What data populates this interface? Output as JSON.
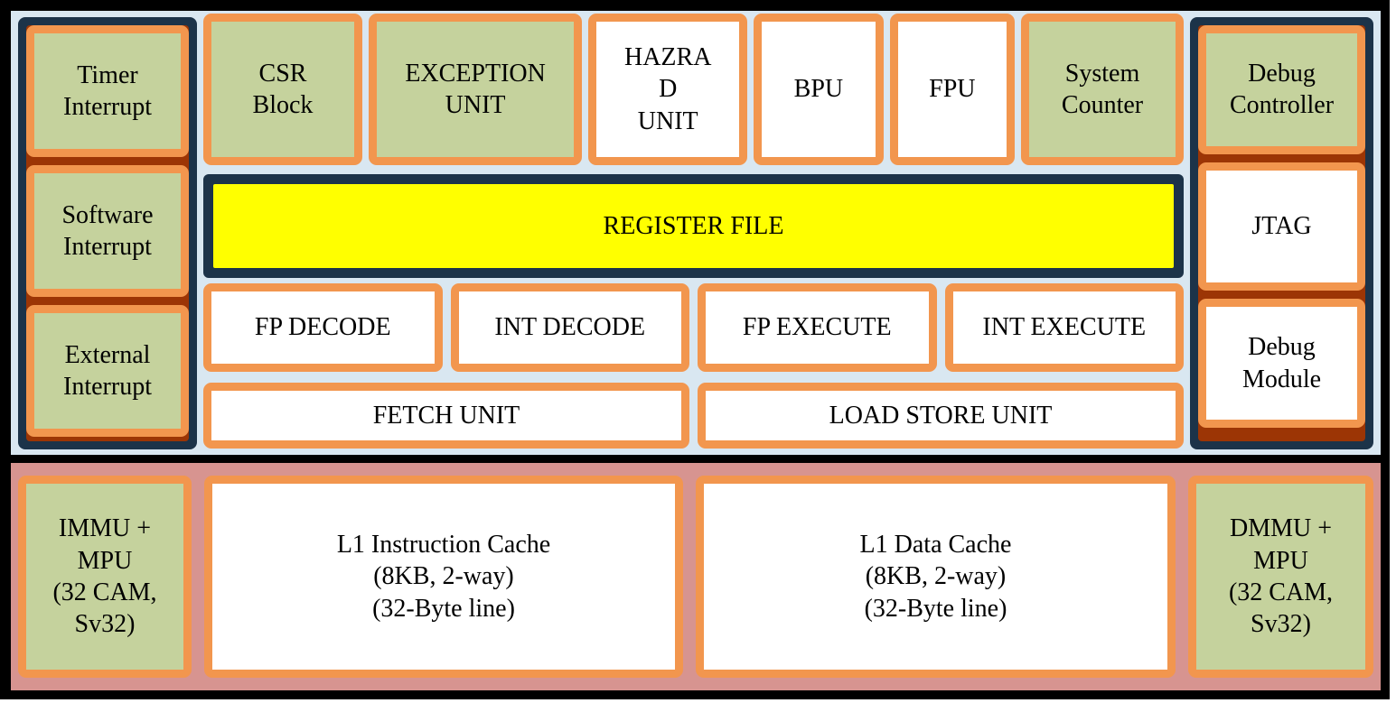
{
  "colors": {
    "frame_black": "#000000",
    "core_background": "#D9E7F1",
    "memory_background": "#D79490",
    "panel_navy": "#1C3349",
    "panel_separator_brown": "#9C3505",
    "block_border_orange": "#F2964E",
    "block_green": "#C5D29D",
    "block_white": "#FFFFFF",
    "register_file_yellow": "#FFFF00"
  },
  "core": {
    "interrupt_panel": {
      "items": [
        {
          "label": "Timer\nInterrupt"
        },
        {
          "label": "Software\nInterrupt"
        },
        {
          "label": "External\nInterrupt"
        }
      ]
    },
    "top_units": {
      "items": [
        {
          "label": "CSR\nBlock"
        },
        {
          "label": "EXCEPTION\nUNIT"
        },
        {
          "label": "HAZRA\nD\nUNIT"
        },
        {
          "label": "BPU"
        },
        {
          "label": "FPU"
        },
        {
          "label": "System\nCounter"
        }
      ]
    },
    "register_file": {
      "label": "REGISTER FILE"
    },
    "pipeline_row": {
      "items": [
        {
          "label": "FP DECODE"
        },
        {
          "label": "INT DECODE"
        },
        {
          "label": "FP EXECUTE"
        },
        {
          "label": "INT EXECUTE"
        }
      ]
    },
    "access_row": {
      "items": [
        {
          "label": "FETCH UNIT"
        },
        {
          "label": "LOAD STORE UNIT"
        }
      ]
    },
    "debug_panel": {
      "items": [
        {
          "label": "Debug\nController"
        },
        {
          "label": "JTAG"
        },
        {
          "label": "Debug\nModule"
        }
      ]
    }
  },
  "memory": {
    "items": [
      {
        "label": "IMMU +\nMPU\n(32 CAM,\nSv32)"
      },
      {
        "label": "L1 Instruction Cache\n(8KB, 2-way)\n(32-Byte line)"
      },
      {
        "label": "L1 Data Cache\n(8KB, 2-way)\n(32-Byte line)"
      },
      {
        "label": "DMMU +\nMPU\n(32 CAM,\nSv32)"
      }
    ]
  }
}
